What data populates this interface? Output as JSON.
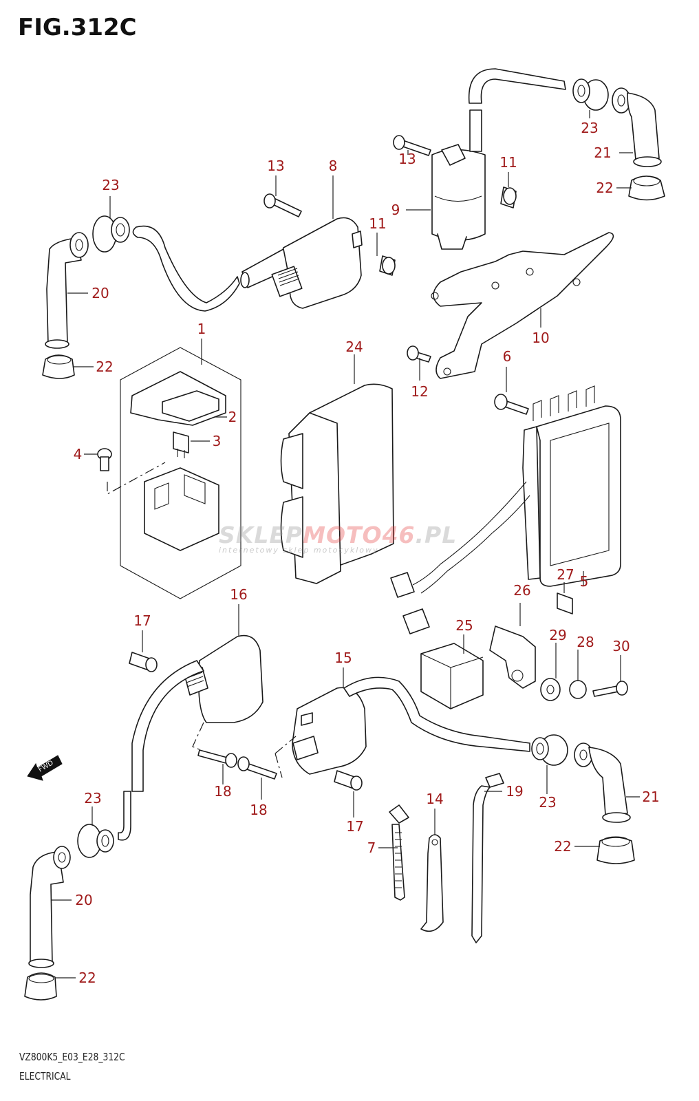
{
  "figure": {
    "title": "FIG.312C",
    "model_code": "VZ800K5_E03_E28_312C",
    "section": "ELECTRICAL"
  },
  "watermark": {
    "brand_part1": "SKLEP",
    "brand_part2": "MOTO",
    "brand_part3": "46",
    "brand_part4": ".PL",
    "tagline": "internetowy sklep motocyklowy"
  },
  "direction_marker": {
    "label": "FWD",
    "icon": "forward-arrow-icon"
  },
  "callouts": [
    {
      "id": "c1",
      "number": "1"
    },
    {
      "id": "c2",
      "number": "2"
    },
    {
      "id": "c3",
      "number": "3"
    },
    {
      "id": "c4",
      "number": "4"
    },
    {
      "id": "c5",
      "number": "5"
    },
    {
      "id": "c6",
      "number": "6"
    },
    {
      "id": "c7",
      "number": "7"
    },
    {
      "id": "c8",
      "number": "8"
    },
    {
      "id": "c9",
      "number": "9"
    },
    {
      "id": "c10",
      "number": "10"
    },
    {
      "id": "c11a",
      "number": "11"
    },
    {
      "id": "c11b",
      "number": "11"
    },
    {
      "id": "c12",
      "number": "12"
    },
    {
      "id": "c13a",
      "number": "13"
    },
    {
      "id": "c13b",
      "number": "13"
    },
    {
      "id": "c14",
      "number": "14"
    },
    {
      "id": "c15",
      "number": "15"
    },
    {
      "id": "c16",
      "number": "16"
    },
    {
      "id": "c17a",
      "number": "17"
    },
    {
      "id": "c17b",
      "number": "17"
    },
    {
      "id": "c18a",
      "number": "18"
    },
    {
      "id": "c18b",
      "number": "18"
    },
    {
      "id": "c19",
      "number": "19"
    },
    {
      "id": "c20a",
      "number": "20"
    },
    {
      "id": "c20b",
      "number": "20"
    },
    {
      "id": "c21a",
      "number": "21"
    },
    {
      "id": "c21b",
      "number": "21"
    },
    {
      "id": "c22a",
      "number": "22"
    },
    {
      "id": "c22b",
      "number": "22"
    },
    {
      "id": "c22c",
      "number": "22"
    },
    {
      "id": "c22d",
      "number": "22"
    },
    {
      "id": "c23a",
      "number": "23"
    },
    {
      "id": "c23b",
      "number": "23"
    },
    {
      "id": "c23c",
      "number": "23"
    },
    {
      "id": "c23d",
      "number": "23"
    },
    {
      "id": "c24",
      "number": "24"
    },
    {
      "id": "c25",
      "number": "25"
    },
    {
      "id": "c26",
      "number": "26"
    },
    {
      "id": "c27",
      "number": "27"
    },
    {
      "id": "c28",
      "number": "28"
    },
    {
      "id": "c29",
      "number": "29"
    },
    {
      "id": "c30",
      "number": "30"
    }
  ],
  "colors": {
    "callout_text": "#a01b1b",
    "line_art": "#1a1a1a",
    "background": "#ffffff"
  }
}
